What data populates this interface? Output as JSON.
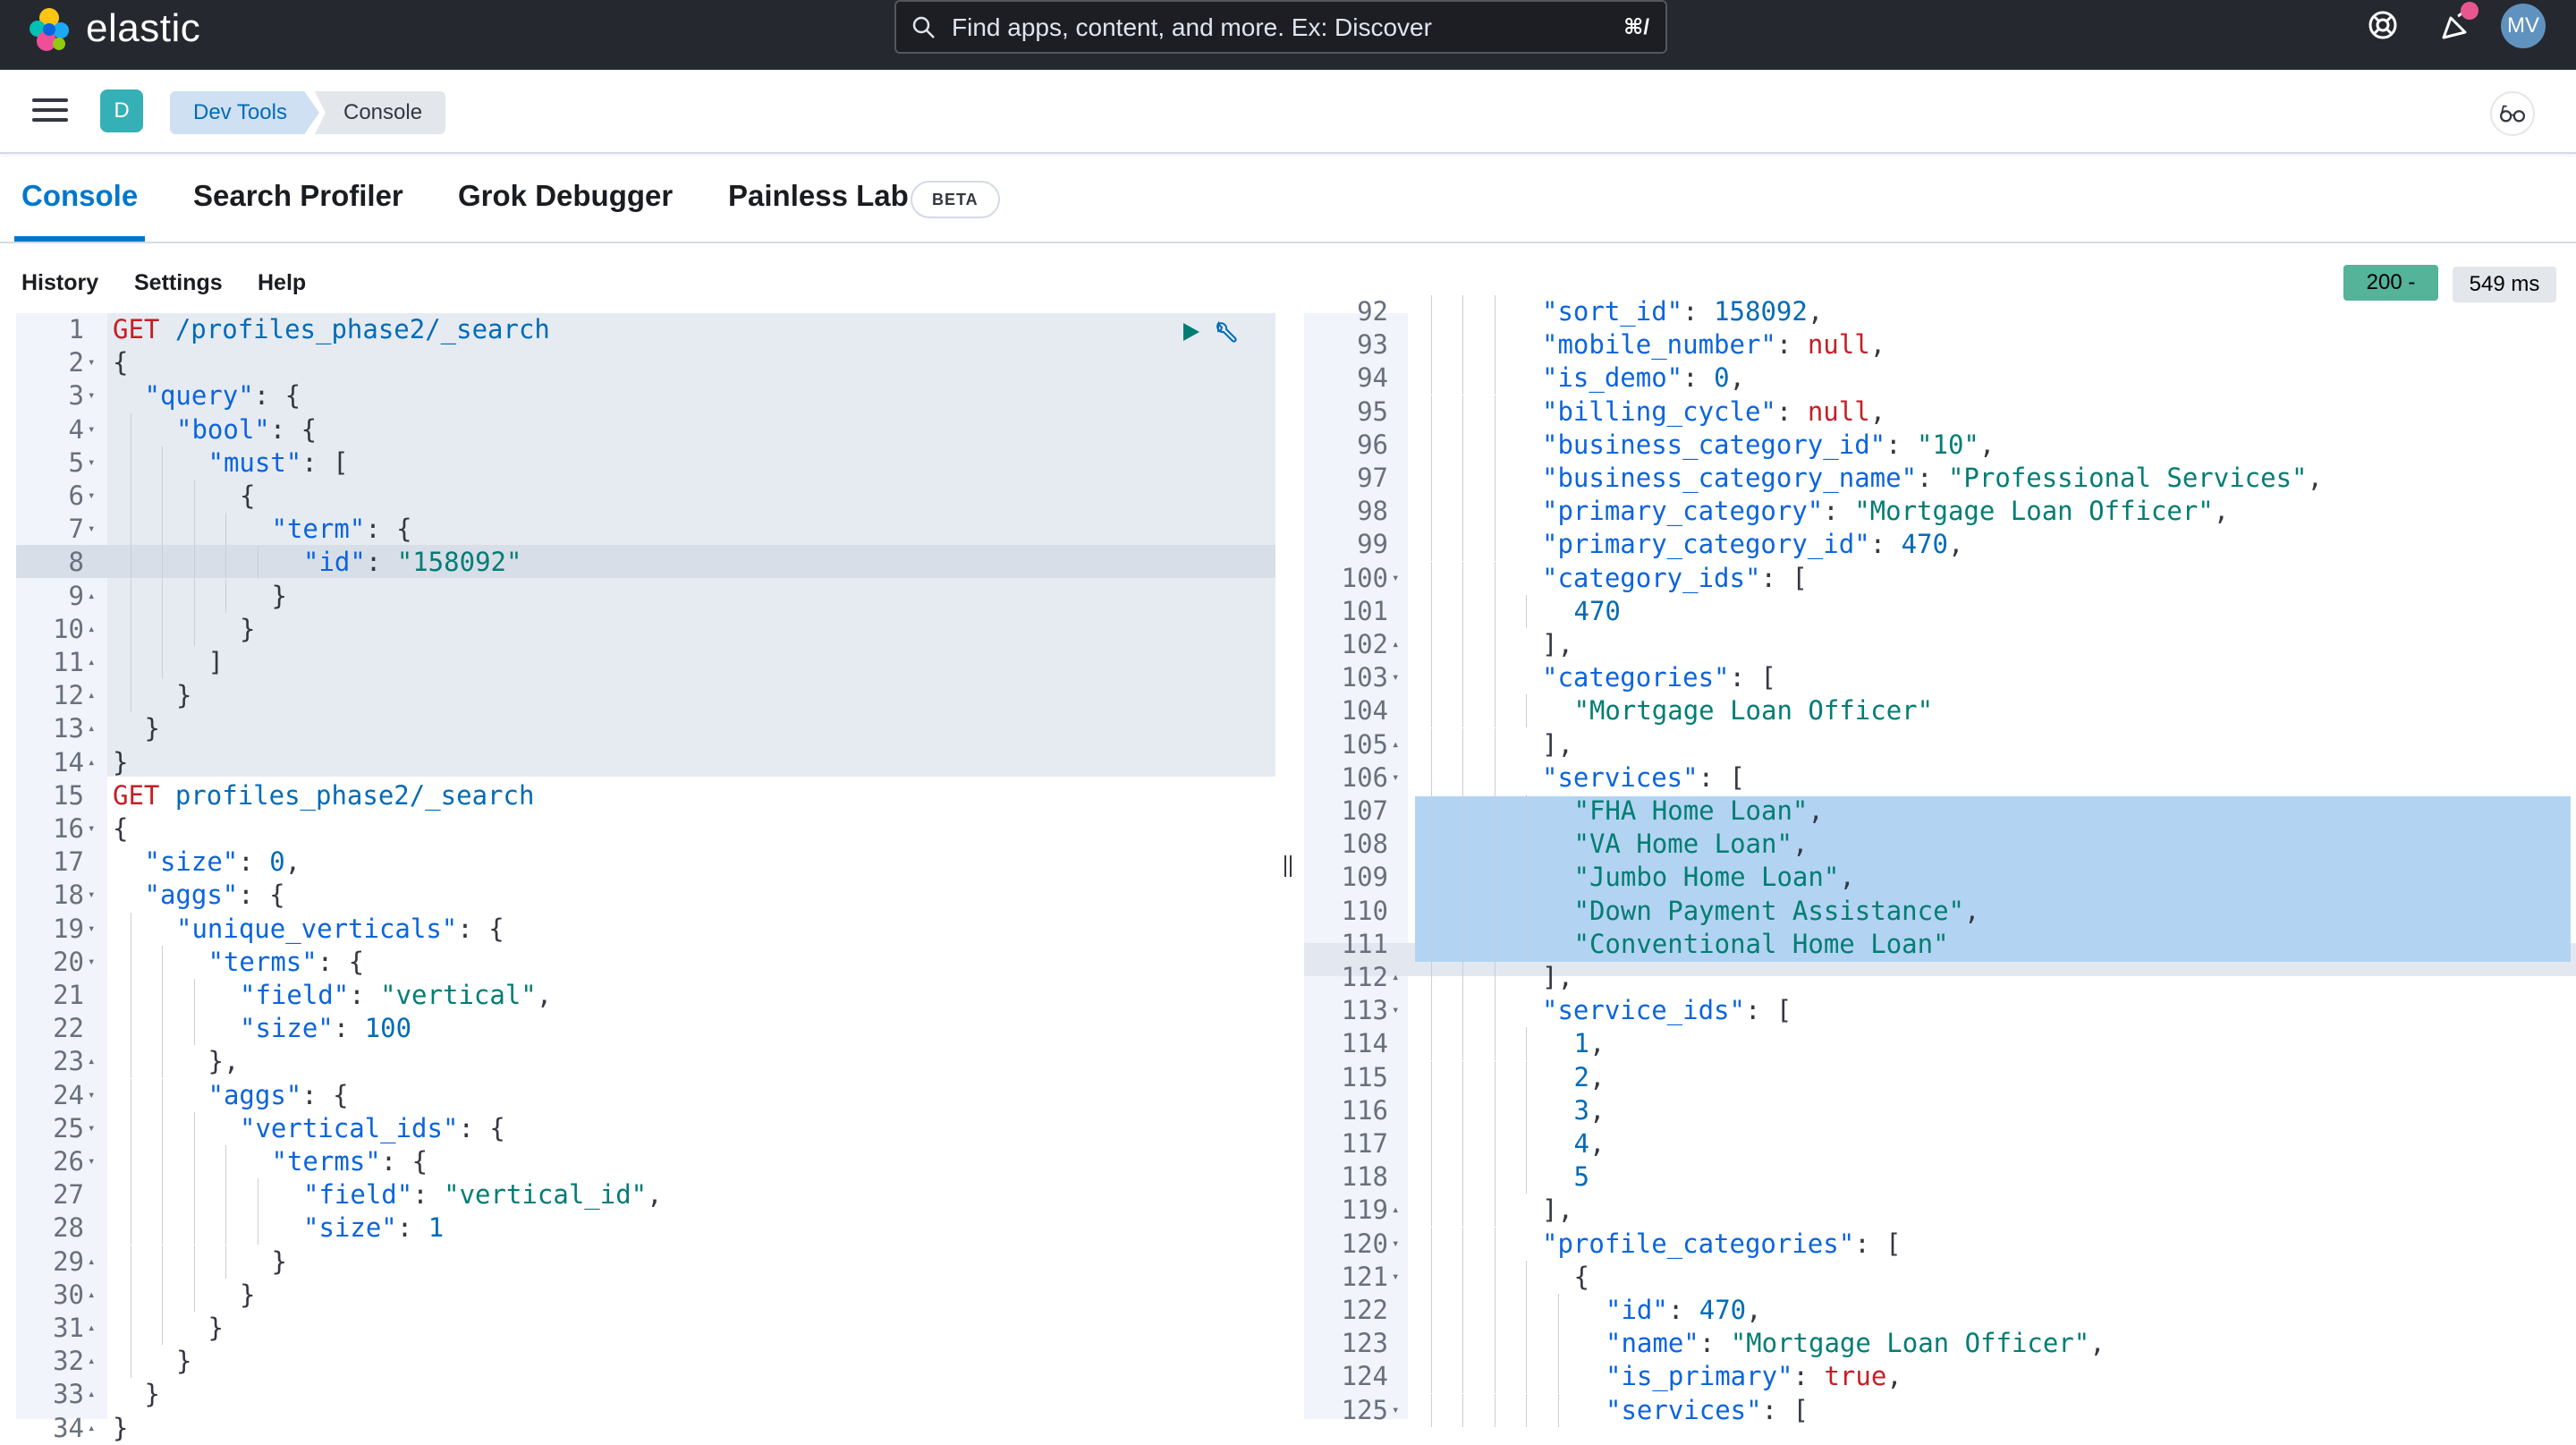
{
  "header": {
    "brand": "elastic",
    "search_placeholder": "Find apps, content, and more. Ex: Discover",
    "search_shortcut": "⌘/",
    "avatar_initials": "MV",
    "icons": [
      "help-icon",
      "newsfeed-icon",
      "search-icon",
      "elastic-logo"
    ]
  },
  "subheader": {
    "space_initial": "D",
    "breadcrumbs": [
      "Dev Tools",
      "Console"
    ]
  },
  "tabs": [
    {
      "label": "Console",
      "active": true
    },
    {
      "label": "Search Profiler"
    },
    {
      "label": "Grok Debugger"
    },
    {
      "label": "Painless Lab",
      "badge": "BETA"
    }
  ],
  "console_menu": [
    "History",
    "Settings",
    "Help"
  ],
  "response_status": {
    "status": "200 -",
    "time": "549 ms",
    "status_color": "#54b399"
  },
  "request_lines": [
    {
      "n": "1",
      "fold": "",
      "indent": 0,
      "tokens": [
        [
          "kw",
          "GET"
        ],
        [
          "n",
          " /profiles_phase2/_search"
        ]
      ]
    },
    {
      "n": "2",
      "fold": "▾",
      "indent": 0,
      "tokens": [
        [
          "c",
          "{"
        ]
      ]
    },
    {
      "n": "3",
      "fold": "▾",
      "indent": 1,
      "tokens": [
        [
          "k",
          "\"query\""
        ],
        [
          "c",
          ": {"
        ]
      ]
    },
    {
      "n": "4",
      "fold": "▾",
      "indent": 2,
      "tokens": [
        [
          "k",
          "\"bool\""
        ],
        [
          "c",
          ": {"
        ]
      ]
    },
    {
      "n": "5",
      "fold": "▾",
      "indent": 3,
      "tokens": [
        [
          "k",
          "\"must\""
        ],
        [
          "c",
          ": ["
        ]
      ]
    },
    {
      "n": "6",
      "fold": "▾",
      "indent": 4,
      "tokens": [
        [
          "c",
          "{"
        ]
      ]
    },
    {
      "n": "7",
      "fold": "▾",
      "indent": 5,
      "tokens": [
        [
          "k",
          "\"term\""
        ],
        [
          "c",
          ": {"
        ]
      ]
    },
    {
      "n": "8",
      "fold": "",
      "indent": 6,
      "tokens": [
        [
          "k",
          "\"id\""
        ],
        [
          "c",
          ": "
        ],
        [
          "s",
          "\"158092\""
        ]
      ]
    },
    {
      "n": "9",
      "fold": "▴",
      "indent": 5,
      "tokens": [
        [
          "c",
          "}"
        ]
      ]
    },
    {
      "n": "10",
      "fold": "▴",
      "indent": 4,
      "tokens": [
        [
          "c",
          "}"
        ]
      ]
    },
    {
      "n": "11",
      "fold": "▴",
      "indent": 3,
      "tokens": [
        [
          "c",
          "]"
        ]
      ]
    },
    {
      "n": "12",
      "fold": "▴",
      "indent": 2,
      "tokens": [
        [
          "c",
          "}"
        ]
      ]
    },
    {
      "n": "13",
      "fold": "▴",
      "indent": 1,
      "tokens": [
        [
          "c",
          "}"
        ]
      ]
    },
    {
      "n": "14",
      "fold": "▴",
      "indent": 0,
      "tokens": [
        [
          "c",
          "}"
        ]
      ]
    },
    {
      "n": "15",
      "fold": "",
      "indent": 0,
      "tokens": [
        [
          "kw",
          "GET"
        ],
        [
          "n",
          " profiles_phase2/_search"
        ]
      ]
    },
    {
      "n": "16",
      "fold": "▾",
      "indent": 0,
      "tokens": [
        [
          "c",
          "{"
        ]
      ]
    },
    {
      "n": "17",
      "fold": "",
      "indent": 1,
      "tokens": [
        [
          "k",
          "\"size\""
        ],
        [
          "c",
          ": "
        ],
        [
          "n",
          "0"
        ],
        [
          "c",
          ","
        ]
      ]
    },
    {
      "n": "18",
      "fold": "▾",
      "indent": 1,
      "tokens": [
        [
          "k",
          "\"aggs\""
        ],
        [
          "c",
          ": {"
        ]
      ]
    },
    {
      "n": "19",
      "fold": "▾",
      "indent": 2,
      "tokens": [
        [
          "k",
          "\"unique_verticals\""
        ],
        [
          "c",
          ": {"
        ]
      ]
    },
    {
      "n": "20",
      "fold": "▾",
      "indent": 3,
      "tokens": [
        [
          "k",
          "\"terms\""
        ],
        [
          "c",
          ": {"
        ]
      ]
    },
    {
      "n": "21",
      "fold": "",
      "indent": 4,
      "tokens": [
        [
          "k",
          "\"field\""
        ],
        [
          "c",
          ": "
        ],
        [
          "s",
          "\"vertical\""
        ],
        [
          "c",
          ","
        ]
      ]
    },
    {
      "n": "22",
      "fold": "",
      "indent": 4,
      "tokens": [
        [
          "k",
          "\"size\""
        ],
        [
          "c",
          ": "
        ],
        [
          "n",
          "100"
        ]
      ]
    },
    {
      "n": "23",
      "fold": "▴",
      "indent": 3,
      "tokens": [
        [
          "c",
          "},"
        ]
      ]
    },
    {
      "n": "24",
      "fold": "▾",
      "indent": 3,
      "tokens": [
        [
          "k",
          "\"aggs\""
        ],
        [
          "c",
          ": {"
        ]
      ]
    },
    {
      "n": "25",
      "fold": "▾",
      "indent": 4,
      "tokens": [
        [
          "k",
          "\"vertical_ids\""
        ],
        [
          "c",
          ": {"
        ]
      ]
    },
    {
      "n": "26",
      "fold": "▾",
      "indent": 5,
      "tokens": [
        [
          "k",
          "\"terms\""
        ],
        [
          "c",
          ": {"
        ]
      ]
    },
    {
      "n": "27",
      "fold": "",
      "indent": 6,
      "tokens": [
        [
          "k",
          "\"field\""
        ],
        [
          "c",
          ": "
        ],
        [
          "s",
          "\"vertical_id\""
        ],
        [
          "c",
          ","
        ]
      ]
    },
    {
      "n": "28",
      "fold": "",
      "indent": 6,
      "tokens": [
        [
          "k",
          "\"size\""
        ],
        [
          "c",
          ": "
        ],
        [
          "n",
          "1"
        ]
      ]
    },
    {
      "n": "29",
      "fold": "▴",
      "indent": 5,
      "tokens": [
        [
          "c",
          "}"
        ]
      ]
    },
    {
      "n": "30",
      "fold": "▴",
      "indent": 4,
      "tokens": [
        [
          "c",
          "}"
        ]
      ]
    },
    {
      "n": "31",
      "fold": "▴",
      "indent": 3,
      "tokens": [
        [
          "c",
          "}"
        ]
      ]
    },
    {
      "n": "32",
      "fold": "▴",
      "indent": 2,
      "tokens": [
        [
          "c",
          "}"
        ]
      ]
    },
    {
      "n": "33",
      "fold": "▴",
      "indent": 1,
      "tokens": [
        [
          "c",
          "}"
        ]
      ]
    },
    {
      "n": "34",
      "fold": "▴",
      "indent": 0,
      "tokens": [
        [
          "c",
          "}"
        ]
      ]
    }
  ],
  "response_lines": [
    {
      "n": "92",
      "fold": "",
      "indent": 4,
      "tokens": [
        [
          "k",
          "\"sort_id\""
        ],
        [
          "c",
          ": "
        ],
        [
          "n",
          "158092"
        ],
        [
          "c",
          ","
        ]
      ]
    },
    {
      "n": "93",
      "fold": "",
      "indent": 4,
      "tokens": [
        [
          "k",
          "\"mobile_number\""
        ],
        [
          "c",
          ": "
        ],
        [
          "m",
          "null"
        ],
        [
          "c",
          ","
        ]
      ]
    },
    {
      "n": "94",
      "fold": "",
      "indent": 4,
      "tokens": [
        [
          "k",
          "\"is_demo\""
        ],
        [
          "c",
          ": "
        ],
        [
          "n",
          "0"
        ],
        [
          "c",
          ","
        ]
      ]
    },
    {
      "n": "95",
      "fold": "",
      "indent": 4,
      "tokens": [
        [
          "k",
          "\"billing_cycle\""
        ],
        [
          "c",
          ": "
        ],
        [
          "m",
          "null"
        ],
        [
          "c",
          ","
        ]
      ]
    },
    {
      "n": "96",
      "fold": "",
      "indent": 4,
      "tokens": [
        [
          "k",
          "\"business_category_id\""
        ],
        [
          "c",
          ": "
        ],
        [
          "s",
          "\"10\""
        ],
        [
          "c",
          ","
        ]
      ]
    },
    {
      "n": "97",
      "fold": "",
      "indent": 4,
      "tokens": [
        [
          "k",
          "\"business_category_name\""
        ],
        [
          "c",
          ": "
        ],
        [
          "s",
          "\"Professional Services\""
        ],
        [
          "c",
          ","
        ]
      ]
    },
    {
      "n": "98",
      "fold": "",
      "indent": 4,
      "tokens": [
        [
          "k",
          "\"primary_category\""
        ],
        [
          "c",
          ": "
        ],
        [
          "s",
          "\"Mortgage Loan Officer\""
        ],
        [
          "c",
          ","
        ]
      ]
    },
    {
      "n": "99",
      "fold": "",
      "indent": 4,
      "tokens": [
        [
          "k",
          "\"primary_category_id\""
        ],
        [
          "c",
          ": "
        ],
        [
          "n",
          "470"
        ],
        [
          "c",
          ","
        ]
      ]
    },
    {
      "n": "100",
      "fold": "▾",
      "indent": 4,
      "tokens": [
        [
          "k",
          "\"category_ids\""
        ],
        [
          "c",
          ": ["
        ]
      ]
    },
    {
      "n": "101",
      "fold": "",
      "indent": 5,
      "tokens": [
        [
          "n",
          "470"
        ]
      ]
    },
    {
      "n": "102",
      "fold": "▴",
      "indent": 4,
      "tokens": [
        [
          "c",
          "],"
        ]
      ]
    },
    {
      "n": "103",
      "fold": "▾",
      "indent": 4,
      "tokens": [
        [
          "k",
          "\"categories\""
        ],
        [
          "c",
          ": ["
        ]
      ]
    },
    {
      "n": "104",
      "fold": "",
      "indent": 5,
      "tokens": [
        [
          "s",
          "\"Mortgage Loan Officer\""
        ]
      ]
    },
    {
      "n": "105",
      "fold": "▴",
      "indent": 4,
      "tokens": [
        [
          "c",
          "],"
        ]
      ]
    },
    {
      "n": "106",
      "fold": "▾",
      "indent": 4,
      "tokens": [
        [
          "k",
          "\"services\""
        ],
        [
          "c",
          ": ["
        ]
      ]
    },
    {
      "n": "107",
      "fold": "",
      "indent": 5,
      "tokens": [
        [
          "s",
          "\"FHA Home Loan\""
        ],
        [
          "c",
          ","
        ]
      ]
    },
    {
      "n": "108",
      "fold": "",
      "indent": 5,
      "tokens": [
        [
          "s",
          "\"VA Home Loan\""
        ],
        [
          "c",
          ","
        ]
      ]
    },
    {
      "n": "109",
      "fold": "",
      "indent": 5,
      "tokens": [
        [
          "s",
          "\"Jumbo Home Loan\""
        ],
        [
          "c",
          ","
        ]
      ]
    },
    {
      "n": "110",
      "fold": "",
      "indent": 5,
      "tokens": [
        [
          "s",
          "\"Down Payment Assistance\""
        ],
        [
          "c",
          ","
        ]
      ]
    },
    {
      "n": "111",
      "fold": "",
      "indent": 5,
      "tokens": [
        [
          "s",
          "\"Conventional Home Loan\""
        ]
      ]
    },
    {
      "n": "112",
      "fold": "▴",
      "indent": 4,
      "tokens": [
        [
          "c",
          "],"
        ]
      ]
    },
    {
      "n": "113",
      "fold": "▾",
      "indent": 4,
      "tokens": [
        [
          "k",
          "\"service_ids\""
        ],
        [
          "c",
          ": ["
        ]
      ]
    },
    {
      "n": "114",
      "fold": "",
      "indent": 5,
      "tokens": [
        [
          "n",
          "1"
        ],
        [
          "c",
          ","
        ]
      ]
    },
    {
      "n": "115",
      "fold": "",
      "indent": 5,
      "tokens": [
        [
          "n",
          "2"
        ],
        [
          "c",
          ","
        ]
      ]
    },
    {
      "n": "116",
      "fold": "",
      "indent": 5,
      "tokens": [
        [
          "n",
          "3"
        ],
        [
          "c",
          ","
        ]
      ]
    },
    {
      "n": "117",
      "fold": "",
      "indent": 5,
      "tokens": [
        [
          "n",
          "4"
        ],
        [
          "c",
          ","
        ]
      ]
    },
    {
      "n": "118",
      "fold": "",
      "indent": 5,
      "tokens": [
        [
          "n",
          "5"
        ]
      ]
    },
    {
      "n": "119",
      "fold": "▴",
      "indent": 4,
      "tokens": [
        [
          "c",
          "],"
        ]
      ]
    },
    {
      "n": "120",
      "fold": "▾",
      "indent": 4,
      "tokens": [
        [
          "k",
          "\"profile_categories\""
        ],
        [
          "c",
          ": ["
        ]
      ]
    },
    {
      "n": "121",
      "fold": "▾",
      "indent": 5,
      "tokens": [
        [
          "c",
          "{"
        ]
      ]
    },
    {
      "n": "122",
      "fold": "",
      "indent": 6,
      "tokens": [
        [
          "k",
          "\"id\""
        ],
        [
          "c",
          ": "
        ],
        [
          "n",
          "470"
        ],
        [
          "c",
          ","
        ]
      ]
    },
    {
      "n": "123",
      "fold": "",
      "indent": 6,
      "tokens": [
        [
          "k",
          "\"name\""
        ],
        [
          "c",
          ": "
        ],
        [
          "s",
          "\"Mortgage Loan Officer\""
        ],
        [
          "c",
          ","
        ]
      ]
    },
    {
      "n": "124",
      "fold": "",
      "indent": 6,
      "tokens": [
        [
          "k",
          "\"is_primary\""
        ],
        [
          "c",
          ": "
        ],
        [
          "m",
          "true"
        ],
        [
          "c",
          ","
        ]
      ]
    },
    {
      "n": "125",
      "fold": "▾",
      "indent": 6,
      "tokens": [
        [
          "k",
          "\"services\""
        ],
        [
          "c",
          ": ["
        ]
      ]
    }
  ]
}
